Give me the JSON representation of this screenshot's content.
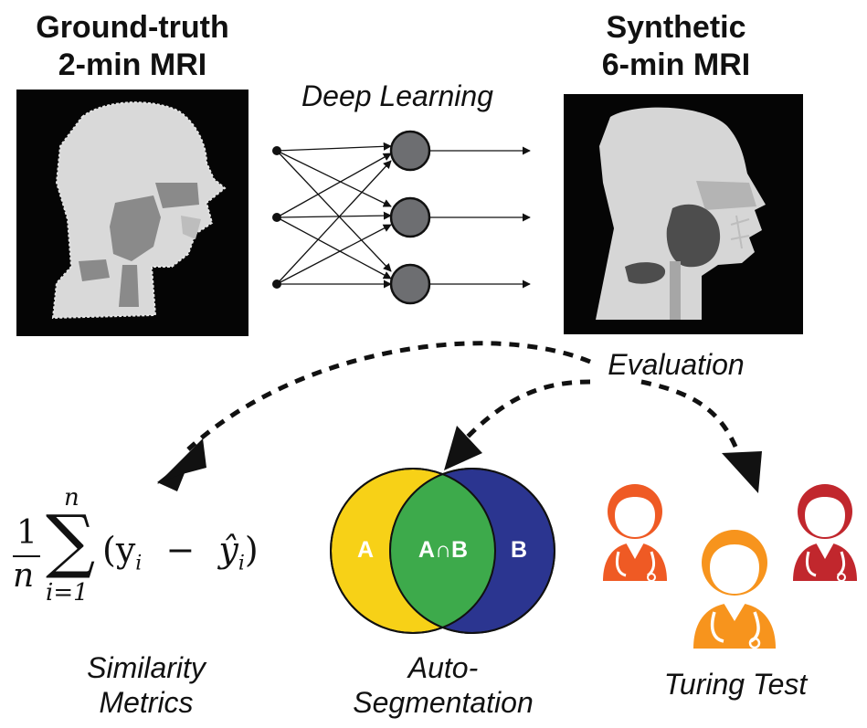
{
  "titles": {
    "left_line1": "Ground-truth",
    "left_line2": "2-min MRI",
    "right_line1": "Synthetic",
    "right_line2": "6-min MRI"
  },
  "labels": {
    "deep_learning": "Deep Learning",
    "evaluation": "Evaluation",
    "similarity_line1": "Similarity",
    "similarity_line2": "Metrics",
    "autoseg_line1": "Auto-",
    "autoseg_line2": "Segmentation",
    "turing": "Turing Test"
  },
  "venn": {
    "label_a": "A",
    "label_intersection": "A∩B",
    "label_b": "B",
    "color_a": "#f7d117",
    "color_b": "#2b3590",
    "color_intersection": "#3daa4b"
  },
  "formula": {
    "numerator": "1",
    "denominator": "n",
    "upper_limit": "n",
    "lower_limit": "i=1",
    "body": "(y",
    "sub_i": "i",
    "minus": "−",
    "yhat": "ŷ",
    "close": ")"
  },
  "people_colors": {
    "left": "#ef5a24",
    "center": "#f7941d",
    "right": "#c1272d"
  }
}
